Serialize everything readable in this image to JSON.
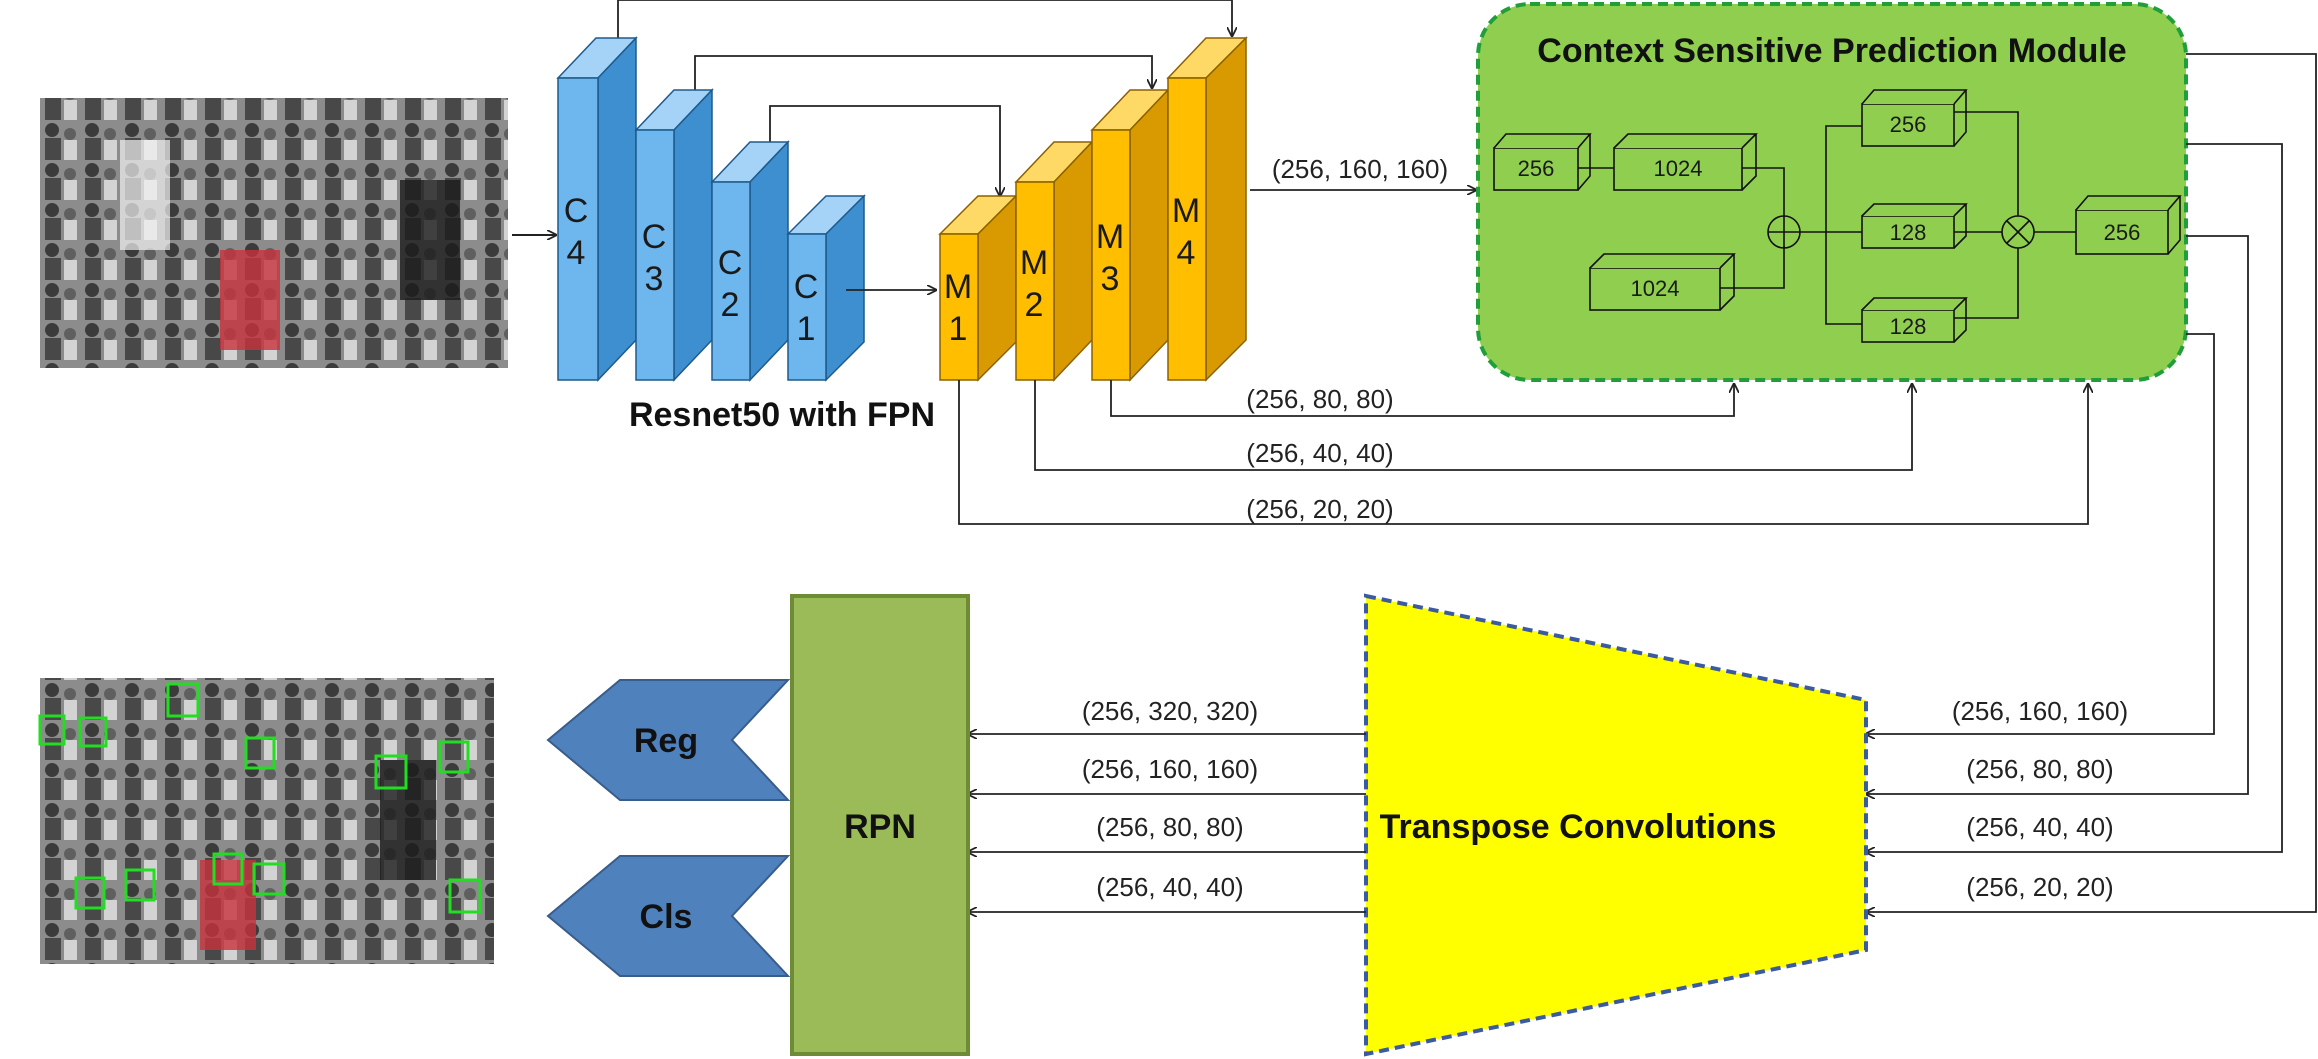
{
  "backbone": {
    "title": "Resnet50 with FPN",
    "c_blocks": [
      {
        "l1": "C",
        "l2": "4"
      },
      {
        "l1": "C",
        "l2": "3"
      },
      {
        "l1": "C",
        "l2": "2"
      },
      {
        "l1": "C",
        "l2": "1"
      }
    ],
    "m_blocks": [
      {
        "l1": "M",
        "l2": "1"
      },
      {
        "l1": "M",
        "l2": "2"
      },
      {
        "l1": "M",
        "l2": "3"
      },
      {
        "l1": "M",
        "l2": "4"
      }
    ],
    "out_main": "(256, 160, 160)",
    "out_m3": "(256, 80, 80)",
    "out_m2": "(256, 40, 40)",
    "out_m1": "(256, 20, 20)"
  },
  "csp": {
    "title": "Context Sensitive Prediction Module",
    "boxes": [
      "256",
      "1024",
      "1024",
      "256",
      "128",
      "128",
      "256"
    ]
  },
  "right_inputs": [
    "(256, 160, 160)",
    "(256, 80, 80)",
    "(256, 40, 40)",
    "(256, 20, 20)"
  ],
  "transpose": {
    "label": "Transpose Convolutions"
  },
  "outputs": [
    "(256, 320, 320)",
    "(256, 160, 160)",
    "(256, 80, 80)",
    "(256, 40, 40)"
  ],
  "rpn": {
    "label": "RPN"
  },
  "heads": {
    "reg": "Reg",
    "cls": "Cls"
  },
  "colors": {
    "c_front": "#6db6ee",
    "c_side": "#3d8fd0",
    "m_front": "#ffbf00",
    "m_side": "#d89a00",
    "csp_fill": "#8fce4f",
    "csp_border": "#1f9e3a",
    "transpose_fill": "#ffff00",
    "transpose_border": "#3b5aa0",
    "rpn_fill": "#9bbb59",
    "rpn_border": "#6e8b35",
    "head_fill": "#4f81bd"
  }
}
